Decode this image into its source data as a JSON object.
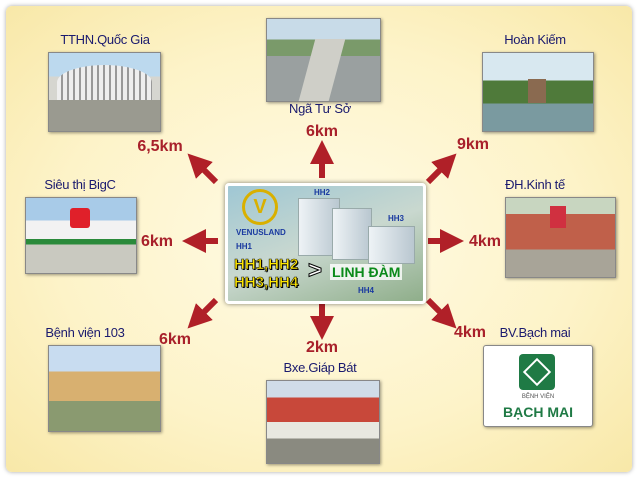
{
  "center": {
    "logo_text": "VENUSLAND",
    "building_tags": [
      "HH2",
      "HH3",
      "HH4",
      "HH1"
    ],
    "line1": "HH1,HH2",
    "line2": "HH3,HH4",
    "symbol": ">",
    "destination": "LINH ĐÀM"
  },
  "places": [
    {
      "name": "TTHN.Quốc Gia",
      "distance": "6,5km"
    },
    {
      "name": "Ngã Tư Sở",
      "distance": "6km"
    },
    {
      "name": "Hoàn Kiếm",
      "distance": "9km"
    },
    {
      "name": "Siêu thị BigC",
      "distance": "6km"
    },
    {
      "name": "ĐH.Kinh tế",
      "distance": "4km"
    },
    {
      "name": "Bệnh viện 103",
      "distance": "6km"
    },
    {
      "name": "Bxe.Giáp Bát",
      "distance": "2km"
    },
    {
      "name": "BV.Bạch mai",
      "distance": "4km"
    }
  ],
  "bach_mai_logo": {
    "small": "BỆNH VIỆN",
    "big": "BẠCH MAI"
  },
  "colors": {
    "arrow": "#b02028",
    "label": "#1a1a6e",
    "distance": "#a8202a"
  }
}
